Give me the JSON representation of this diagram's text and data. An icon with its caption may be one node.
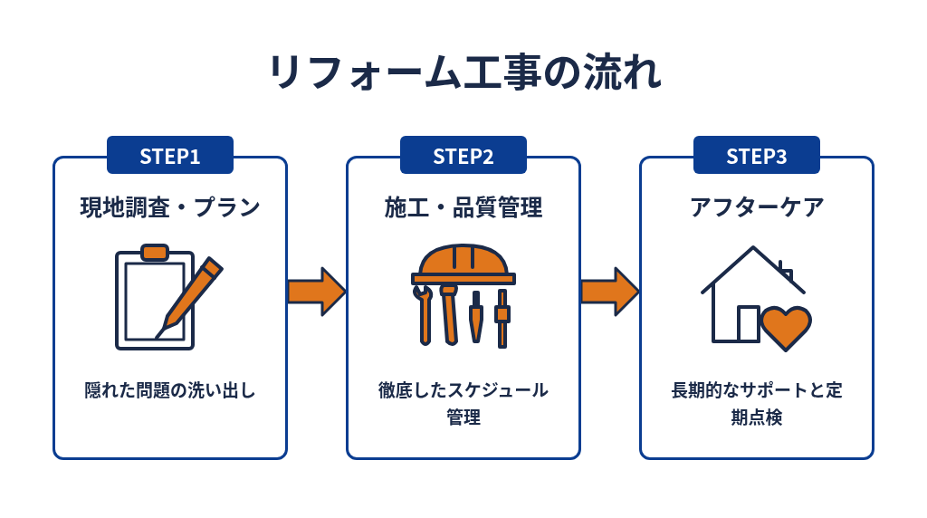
{
  "diagram": {
    "title": "リフォーム工事の流れ",
    "nodes": [
      {
        "text": [
          "STEP1"
        ]
      },
      {
        "text": [
          "現地調査・プラン",
          "隠れた問題の洗い出し"
        ]
      },
      {
        "text": [
          "STEP2"
        ]
      },
      {
        "text": [
          "施工・品質管理",
          "徹底したスケジュール管理"
        ]
      },
      {
        "text": [
          "STEP3"
        ]
      },
      {
        "text": [
          "アフターケア",
          "長期的なサポートと定期点検"
        ]
      }
    ],
    "edges": [
      {
        "from": 1,
        "to": 3,
        "arrow": "to"
      },
      {
        "from": 3,
        "to": 5,
        "arrow": "to"
      }
    ]
  }
}
